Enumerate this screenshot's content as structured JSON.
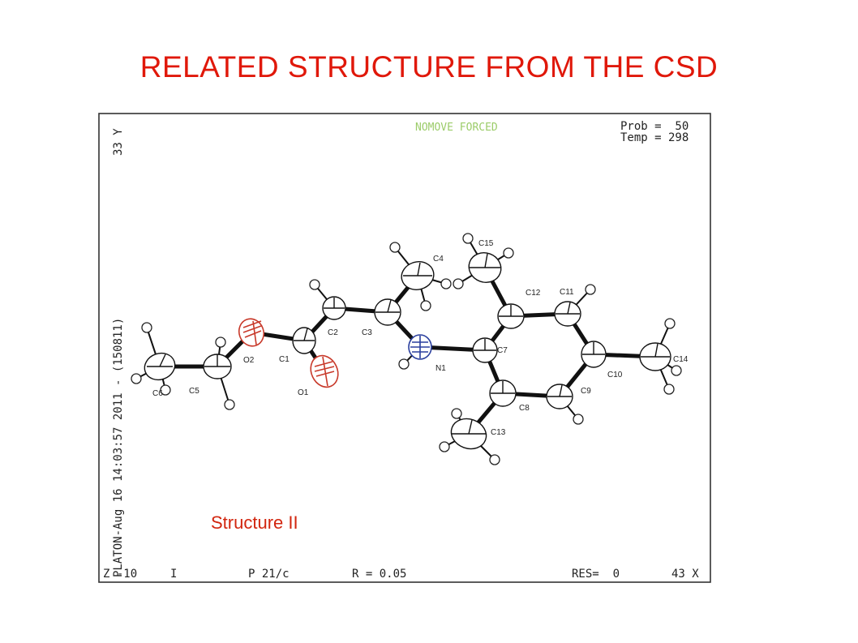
{
  "title": "RELATED STRUCTURE FROM THE CSD",
  "header": {
    "flags": "NOMOVE FORCED",
    "prob": "Prob =  50",
    "temp": "Temp = 298"
  },
  "side_label": "PLATON-Aug 16 14:03:57 2011 - (150811)",
  "corner_label": "33 Y",
  "footer": {
    "z": "Z -10",
    "i": "I",
    "spacegroup": "P 21/c",
    "r": "R = 0.05",
    "res": "RES=  0",
    "x": "43 X"
  },
  "structure_label": "Structure II",
  "atoms": {
    "C1": "C1",
    "C2": "C2",
    "C3": "C3",
    "C4": "C4",
    "C5": "C5",
    "C6": "C6",
    "C7": "C7",
    "C8": "C8",
    "C9": "C9",
    "C10": "C10",
    "C11": "C11",
    "C12": "C12",
    "C13": "C13",
    "C14": "C14",
    "C15": "C15",
    "O1": "O1",
    "O2": "O2",
    "N1": "N1"
  },
  "colors": {
    "title": "#e0180a",
    "oxygen": "#c8392a",
    "nitrogen": "#2a3f9e",
    "flags": "#9ccc6a"
  }
}
